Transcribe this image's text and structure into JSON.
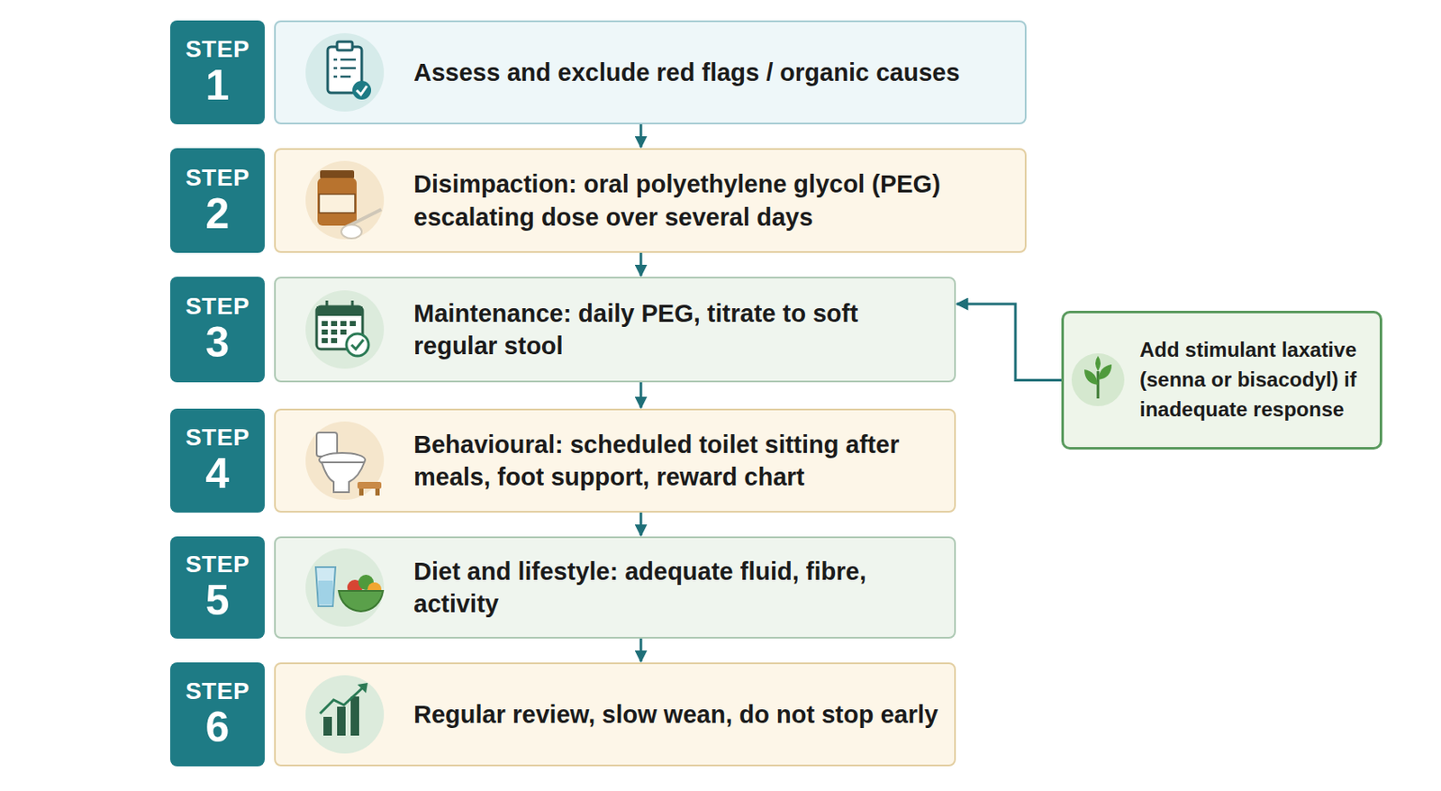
{
  "diagram": {
    "nodes": [
      {
        "text": [
          "STEP",
          "1"
        ]
      },
      {
        "text": [
          "Assess and exclude red flags / organic causes"
        ]
      },
      {
        "text": [
          "STEP",
          "2"
        ]
      },
      {
        "text": [
          "Disimpaction: oral polyethylene glycol (PEG) escalating dose over several days"
        ]
      },
      {
        "text": [
          "STEP",
          "3"
        ]
      },
      {
        "text": [
          "Maintenance: daily PEG, titrate to soft regular stool"
        ]
      },
      {
        "text": [
          "STEP",
          "4"
        ]
      },
      {
        "text": [
          "Behavioural: scheduled toilet sitting after meals, foot support, reward chart"
        ]
      },
      {
        "text": [
          "STEP",
          "5"
        ]
      },
      {
        "text": [
          "Diet and lifestyle: adequate fluid, fibre, activity"
        ]
      },
      {
        "text": [
          "STEP",
          "6"
        ]
      },
      {
        "text": [
          "Regular review, slow wean, do not stop early"
        ]
      },
      {
        "text": [
          "Add stimulant laxative (senna or bisacodyl) if inadequate response"
        ]
      }
    ],
    "edges": [
      {
        "from": 1,
        "to": 3,
        "arrow": "to"
      },
      {
        "from": 3,
        "to": 5,
        "arrow": "to"
      },
      {
        "from": 5,
        "to": 7,
        "arrow": "to"
      },
      {
        "from": 7,
        "to": 9,
        "arrow": "to"
      },
      {
        "from": 9,
        "to": 11,
        "arrow": "to"
      },
      {
        "from": 12,
        "to": 5,
        "arrow": "to"
      }
    ],
    "labels": [
      "PEG"
    ]
  }
}
